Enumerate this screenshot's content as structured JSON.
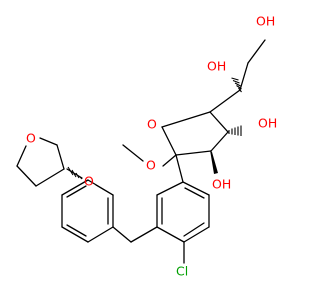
{
  "molecule": {
    "atom_labels": {
      "o_ring_furanose": "O",
      "o_methoxy": "O",
      "oh_top_left": "OH",
      "oh_top_right": "OH",
      "oh_ring_upper": "OH",
      "oh_ring_lower": "OH",
      "cl": "Cl",
      "o_aryl_ether": "O",
      "o_thf": "O"
    },
    "colors": {
      "oxygen": "#ff0000",
      "chlorine": "#00a000",
      "bond": "#000000",
      "background": "#ffffff"
    }
  }
}
